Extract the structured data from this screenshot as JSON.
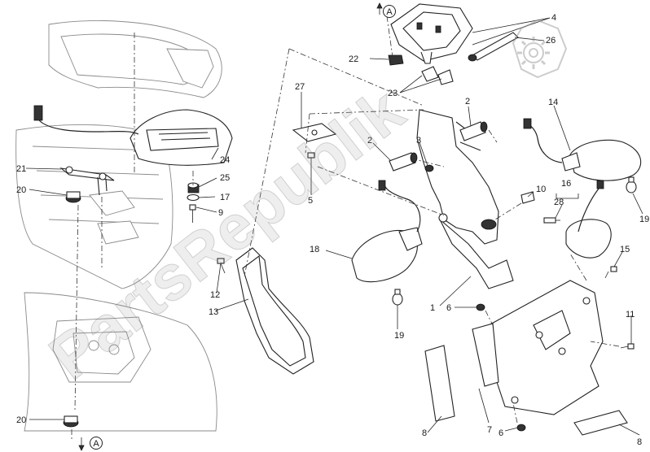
{
  "watermark": "PartsRepublik",
  "callouts": {
    "c1": "1",
    "c2a": "2",
    "c2b": "2",
    "c3": "3",
    "c4": "4",
    "c5": "5",
    "c6a": "6",
    "c6b": "6",
    "c7": "7",
    "c8a": "8",
    "c8b": "8",
    "c9": "9",
    "c10": "10",
    "c11": "11",
    "c12": "12",
    "c13": "13",
    "c14": "14",
    "c15": "15",
    "c16": "16",
    "c17": "17",
    "c18": "18",
    "c19a": "19",
    "c19b": "19",
    "c20a": "20",
    "c20b": "20",
    "c21": "21",
    "c22": "22",
    "c23": "23",
    "c24": "24",
    "c25": "25",
    "c26": "26",
    "c27": "27",
    "c28": "28"
  },
  "refs": {
    "a_top": "A",
    "a_bottom": "A"
  },
  "colors": {
    "line": "#222222",
    "watermark": "#a0a0a0",
    "background": "#ffffff"
  },
  "icons": {
    "watermark_gear": "gear-icon"
  }
}
